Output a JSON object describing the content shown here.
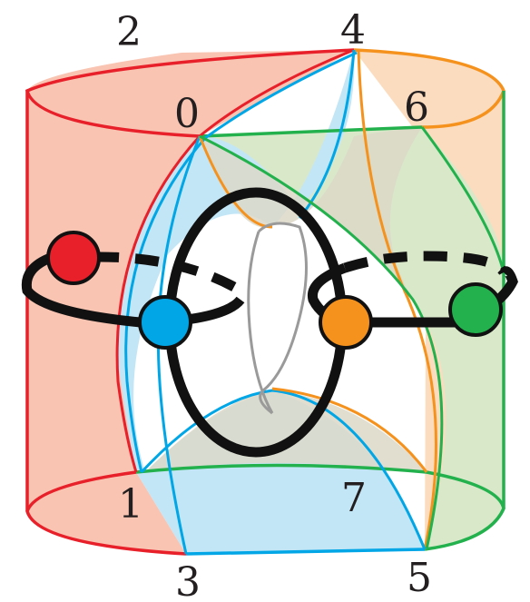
{
  "vertex_labels": {
    "v0": "0",
    "v1": "1",
    "v2": "2",
    "v3": "3",
    "v4": "4",
    "v5": "5",
    "v6": "6",
    "v7": "7"
  },
  "colors": {
    "red": "#e8202a",
    "red_fill": "#f9c4b2",
    "orange": "#f5921e",
    "orange_fill": "#fcdcbf",
    "blue": "#00a6e6",
    "blue_fill": "#c3e6f6",
    "green": "#22b14c",
    "green_fill": "#d9e8c9",
    "gray_fill": "#dcd8c8",
    "black": "#111111",
    "gray_line": "#9a9a9a"
  },
  "nodes": [
    {
      "id": "red-node",
      "color": "#e8202a"
    },
    {
      "id": "blue-node",
      "color": "#00a6e6"
    },
    {
      "id": "orange-node",
      "color": "#f5921e"
    },
    {
      "id": "green-node",
      "color": "#22b14c"
    }
  ]
}
